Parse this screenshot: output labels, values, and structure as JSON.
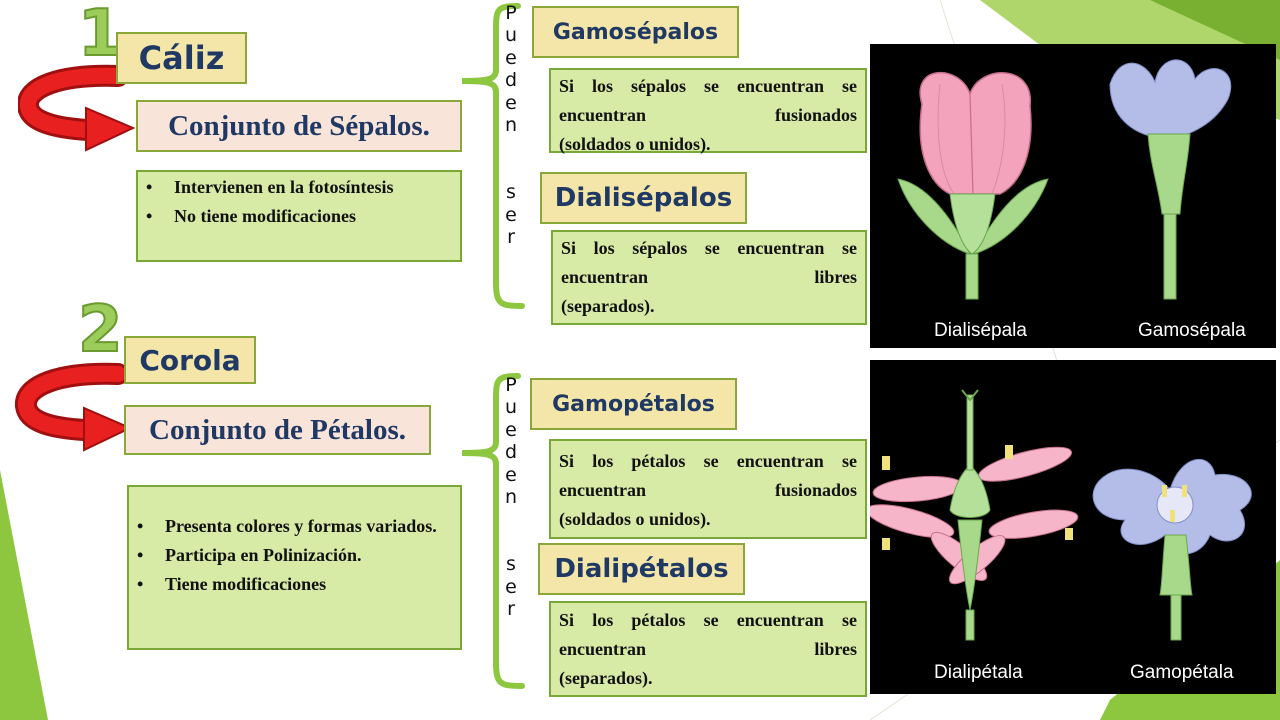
{
  "section1": {
    "number": "1",
    "title": "Cáliz",
    "definition": "Conjunto de Sépalos.",
    "bullets": [
      "Intervienen en la fotosíntesis",
      "No tiene modificaciones"
    ],
    "connector": "Pueden ser",
    "types": [
      {
        "name": "Gamosépalos",
        "desc_main": "Si los sépalos se encuentran se encuentran fusionados",
        "desc_last": "(soldados o unidos)."
      },
      {
        "name": "Dialisépalos",
        "desc_main": "Si los sépalos se encuentran se encuentran libres",
        "desc_last": "(separados)."
      }
    ],
    "image_captions": [
      "Dialisépala",
      "Gamosépala"
    ]
  },
  "section2": {
    "number": "2",
    "title": "Corola",
    "definition": "Conjunto de Pétalos.",
    "bullets": [
      "Presenta colores y formas variados.",
      "Participa en Polinización.",
      "Tiene modificaciones"
    ],
    "connector": "Pueden ser",
    "types": [
      {
        "name": "Gamopétalos",
        "desc_main": "Si los pétalos se encuentran se encuentran fusionados",
        "desc_last": "(soldados o unidos)."
      },
      {
        "name": "Dialipétalos",
        "desc_main": "Si los pétalos se encuentran se encuentran libres",
        "desc_last": "(separados)."
      }
    ],
    "image_captions": [
      "Dialipétala",
      "Gamopétala"
    ]
  },
  "colors": {
    "accent_green": "#8dc63f",
    "box_yellow": "#f3e6a8",
    "box_green": "#d7eaa6",
    "title_blue": "#1f3864",
    "arrow_red": "#e02020"
  }
}
